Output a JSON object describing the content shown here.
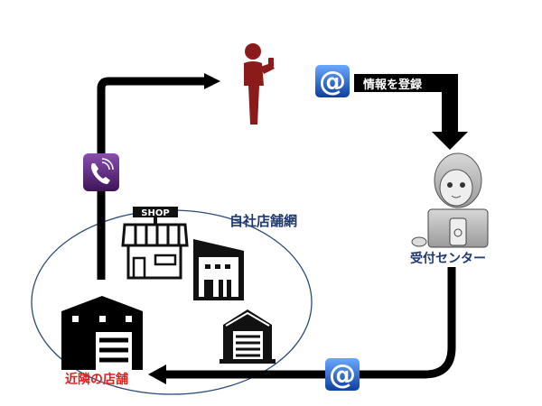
{
  "labels": {
    "register_info": "情報を登録",
    "reception_center": "受付センター",
    "own_store_network": "自社店舗網",
    "nearby_store": "近隣の店舗",
    "shop_sign": "SHOP",
    "email_symbol": "@"
  },
  "colors": {
    "arrow": "#000000",
    "network_text": "#1f3a6b",
    "nearby_text": "#e02020",
    "person": "#8b1a1a",
    "email_icon": "#1f63c8",
    "phone_icon": "#5a2a7a",
    "ellipse": "#2a4a7a"
  }
}
